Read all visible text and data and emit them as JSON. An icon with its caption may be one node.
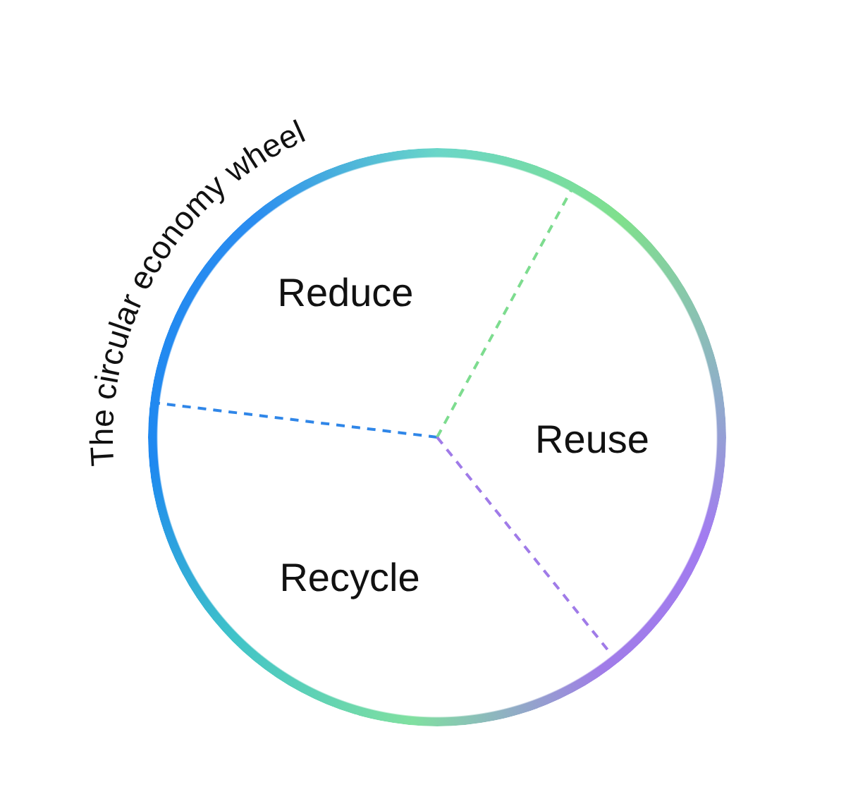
{
  "diagram": {
    "title": "The circular economy wheel",
    "nodes": [
      {
        "text": [],
        "shape": "circle"
      },
      {
        "text": [
          "Reduce"
        ],
        "in": 0
      },
      {
        "text": [
          "Reuse"
        ],
        "in": 0
      },
      {
        "text": [
          "Recycle"
        ],
        "in": 0
      }
    ]
  }
}
